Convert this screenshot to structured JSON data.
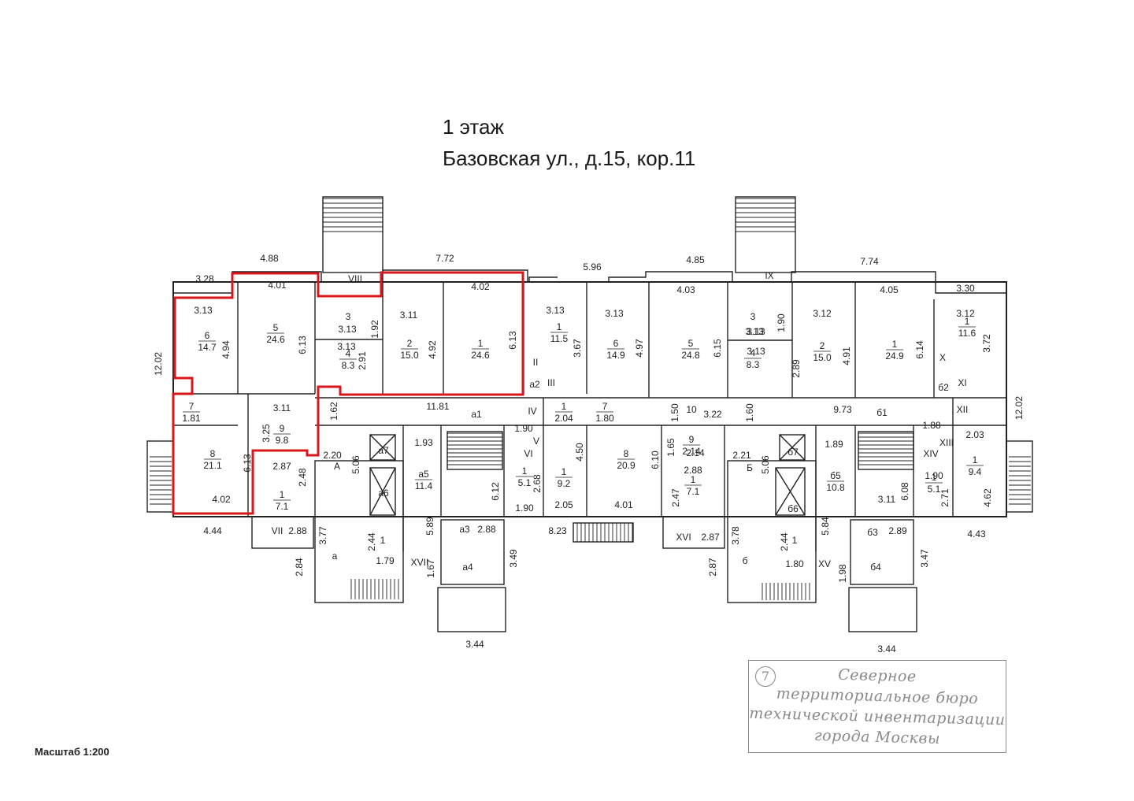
{
  "header": {
    "floor": "1 этаж",
    "address": "Базовская ул., д.15, кор.11"
  },
  "scale": "Масштаб 1:200",
  "stamp": {
    "number": "7",
    "lines": [
      "Северное",
      "территориальное бюро",
      "технической инвентаризации",
      "города Москвы"
    ]
  },
  "colors": {
    "highlight": "#d9161c",
    "walls": "#222222",
    "stamp": "#8a8a8a"
  },
  "plan": {
    "dimensions": [
      "4.88",
      "3.28",
      "7.72",
      "5.96",
      "4.85",
      "7.74",
      "3.30",
      "12.02",
      "12.02",
      "4.44",
      "4.43",
      "2.84",
      "1.67",
      "3.49",
      "8.23",
      "2.87",
      "1.98",
      "3.47",
      "3.44",
      "3.44",
      "11.81",
      "9.73",
      "1.62",
      "1.60",
      "2.20",
      "2.21",
      "5.06",
      "5.06",
      "3.77",
      "3.78",
      "2.88",
      "2.87",
      "1.79",
      "1.80",
      "6.12",
      "6.08",
      "5.89",
      "5.84",
      "2.88",
      "2.89",
      "1.88",
      "2.03",
      "4.62",
      "2.71",
      "1.90",
      "1.90",
      "4.50",
      "2.05",
      "6.10",
      "4.01",
      "2.47",
      "2.88",
      "1.65",
      "2.14",
      "1.50",
      "3.22",
      "1.89",
      "1.93",
      "2.44",
      "2.44",
      "2.68",
      "1.90",
      "3.11",
      "3.11",
      "2.48",
      "2.87",
      "3.25",
      "6.13",
      "4.02",
      "4.94",
      "3.13",
      "4.01",
      "6.13",
      "1.92",
      "3.13",
      "3.13",
      "2.91",
      "3.11",
      "4.92",
      "4.02",
      "6.13",
      "3.13",
      "3.67",
      "3.13",
      "4.97",
      "4.03",
      "6.15",
      "3.13",
      "1.90",
      "3.13",
      "2.89",
      "3.12",
      "4.91",
      "4.05",
      "6.14",
      "3.12",
      "3.72",
      "3.13"
    ],
    "rooms": [
      {
        "num": "6",
        "area": "14.7"
      },
      {
        "num": "5",
        "area": "24.6"
      },
      {
        "num": "3",
        "area": ""
      },
      {
        "num": "4",
        "area": "8.3"
      },
      {
        "num": "2",
        "area": "15.0"
      },
      {
        "num": "1",
        "area": "24.6"
      },
      {
        "num": "7",
        "area": "1.81"
      },
      {
        "num": "8",
        "area": "21.1"
      },
      {
        "num": "9",
        "area": "9.8"
      },
      {
        "num": "1",
        "area": "7.1"
      },
      {
        "num": "1",
        "area": "11.5"
      },
      {
        "num": "6",
        "area": "14.9"
      },
      {
        "num": "5",
        "area": "24.8"
      },
      {
        "num": "3",
        "area": ""
      },
      {
        "num": "4",
        "area": "8.3"
      },
      {
        "num": "2",
        "area": "15.0"
      },
      {
        "num": "1",
        "area": "24.9"
      },
      {
        "num": "1",
        "area": "11.6"
      },
      {
        "num": "1",
        "area": "2.04"
      },
      {
        "num": "7",
        "area": "1.80"
      },
      {
        "num": "1",
        "area": "9.2"
      },
      {
        "num": "8",
        "area": "20.9"
      },
      {
        "num": "1",
        "area": "5.1"
      },
      {
        "num": "10",
        "area": ""
      },
      {
        "num": "9",
        "area": "2.14"
      },
      {
        "num": "1",
        "area": "7.1"
      },
      {
        "num": "a5",
        "area": "11.4"
      },
      {
        "num": "б5",
        "area": "10.8"
      },
      {
        "num": "1",
        "area": "9.4"
      },
      {
        "num": "1",
        "area": "5.1"
      },
      {
        "num": "1",
        "area": ""
      },
      {
        "num": "1",
        "area": ""
      }
    ],
    "labels": [
      "VIII",
      "IX",
      "X",
      "XI",
      "XII",
      "XIII",
      "XIV",
      "XV",
      "XVI",
      "XVII",
      "VII",
      "II",
      "III",
      "IV",
      "V",
      "VI",
      "a1",
      "б1",
      "a2",
      "б2",
      "a3",
      "a4",
      "б3",
      "б4",
      "a6",
      "a7",
      "б6",
      "б7",
      "A",
      "Б",
      "a",
      "б"
    ]
  }
}
